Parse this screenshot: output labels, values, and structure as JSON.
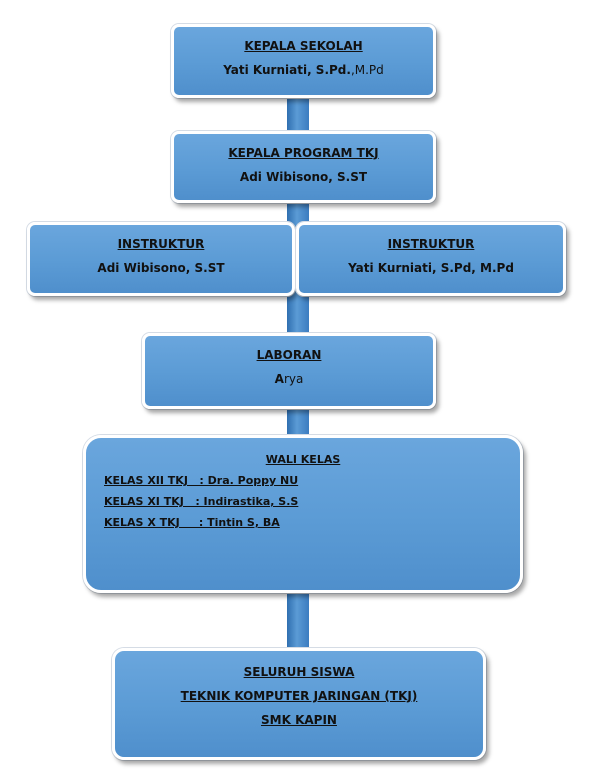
{
  "kepala_sekolah": {
    "title": "KEPALA SEKOLAH",
    "name_bold": "Yati Kurniati, S.Pd.",
    "name_rest": ",M.Pd"
  },
  "kepala_program": {
    "title": "KEPALA PROGRAM TKJ",
    "name": "Adi Wibisono, S.ST"
  },
  "instruktur_left": {
    "title": "INSTRUKTUR",
    "name": "Adi Wibisono, S.ST"
  },
  "instruktur_right": {
    "title": "INSTRUKTUR",
    "name": "Yati Kurniati, S.Pd, M.Pd"
  },
  "laboran": {
    "title": "LABORAN",
    "name_bold": "A",
    "name_rest": "rya"
  },
  "wali_kelas": {
    "title": "WALI KELAS",
    "rows": [
      "KELAS XII TKJ   : Dra. Poppy NU",
      "KELAS XI TKJ   : Indirastika, S.S",
      "KELAS X TKJ     : Tintin S, BA"
    ]
  },
  "siswa": {
    "line1": "SELURUH SISWA",
    "line2": "TEKNIK KOMPUTER JARINGAN (TKJ)",
    "line3": "SMK KAPIN"
  }
}
